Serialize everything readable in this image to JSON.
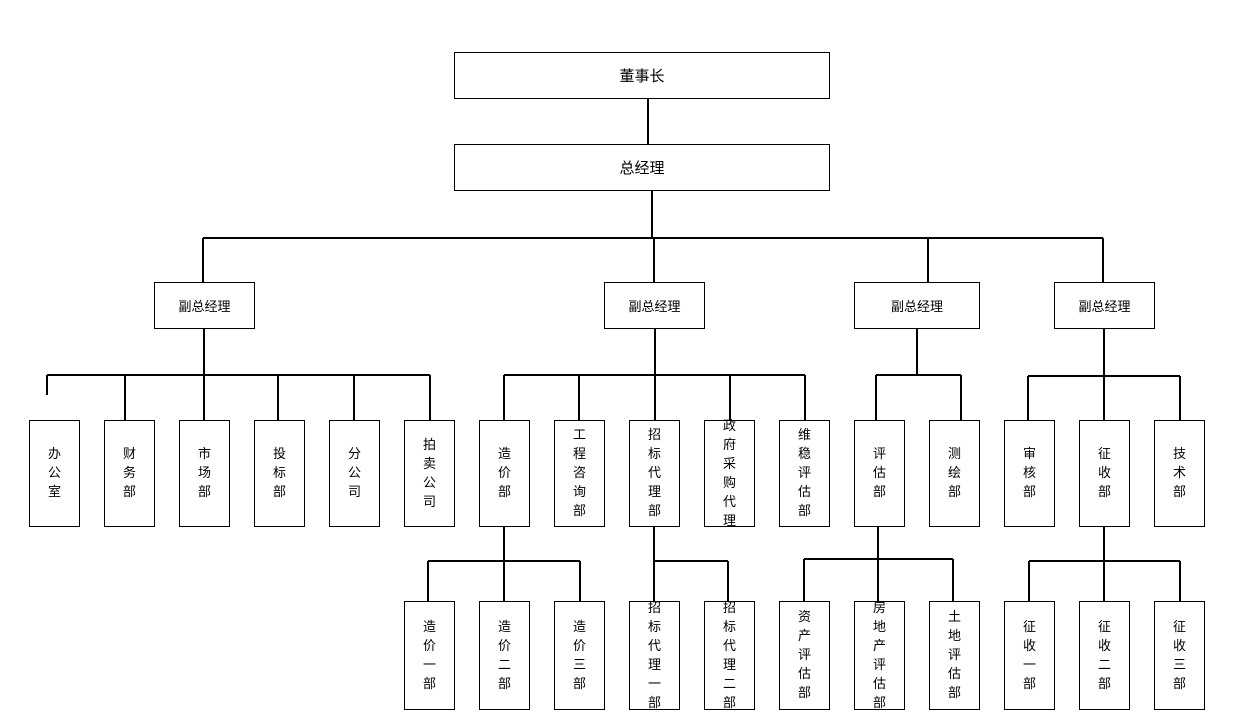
{
  "nodes": {
    "chairman": "董事长",
    "ceo": "总经理",
    "vp1": "副总经理",
    "vp2": "副总经理",
    "vp3": "副总经理",
    "vp4": "副总经理",
    "office": "办公室",
    "finance": "财务部",
    "market": "市场部",
    "bidding": "投标部",
    "branch": "分公司",
    "auction": "拍卖公司",
    "costing": "造价部",
    "consult": "工程咨询部",
    "tender_agency": "招标代理部",
    "gov_procure": "政府采购代理",
    "stability": "维稳评估部",
    "appraisal": "评估部",
    "survey": "测绘部",
    "audit": "审核部",
    "levy": "征收部",
    "tech": "技术部",
    "costing_1": "造价一部",
    "costing_2": "造价二部",
    "costing_3": "造价三部",
    "tender_1": "招标代理一部",
    "tender_2": "招标代理二部",
    "asset_eval": "资产评估部",
    "realestate_eval": "房地产评估部",
    "land_eval": "土地评估部",
    "levy_1": "征收一部",
    "levy_2": "征收二部",
    "levy_3": "征收三部"
  }
}
